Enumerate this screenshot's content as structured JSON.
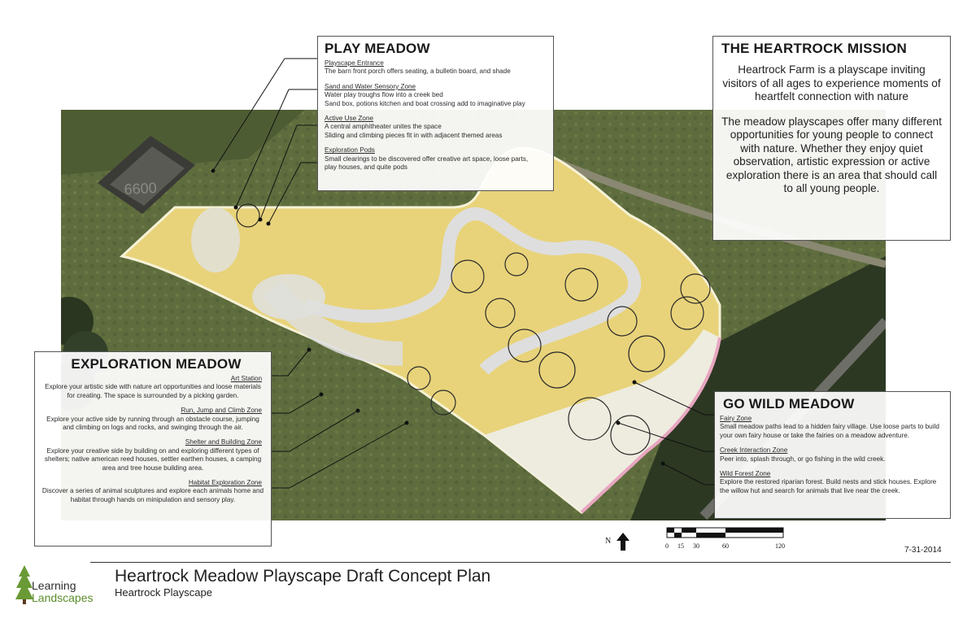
{
  "colors": {
    "meadow": "#e8d37a",
    "path": "#e6e6e6",
    "grass": "#5d6b3c",
    "forest": "#2f3a24"
  },
  "play_meadow": {
    "title": "PLAY MEADOW",
    "zones": [
      {
        "name": "Playscape Entrance",
        "desc": "The barn front porch offers seating, a bulletin board, and shade"
      },
      {
        "name": "Sand and Water Sensory Zone",
        "desc": "Water play troughs flow into a creek bed\nSand box, potions kitchen and boat crossing add to imaginative play"
      },
      {
        "name": "Active Use Zone",
        "desc": "A central amphitheater unites the space\nSliding and climbing pieces fit in with adjacent themed areas"
      },
      {
        "name": "Exploration Pods",
        "desc": "Small clearings to be discovered offer creative art space, loose parts,\n      play houses, and  quite pods"
      }
    ]
  },
  "mission": {
    "title": "THE HEARTROCK MISSION",
    "p1": "Heartrock Farm is a playscape inviting visitors of all ages to experience moments of heartfelt connection with nature",
    "p2": "The meadow playscapes offer many different opportunities for young people to connect with nature. Whether they enjoy quiet observation, artistic expression or active exploration there is an area that should call to all young people."
  },
  "exploration_meadow": {
    "title": "EXPLORATION MEADOW",
    "zones": [
      {
        "name": "Art Station",
        "desc": "Explore your artistic side with nature art opportunities and  loose materials for creating.  The space is surrounded by a picking garden."
      },
      {
        "name": "Run, Jump and Climb Zone",
        "desc": "Explore your active side by running through an obstacle course, jumping and climbing on logs and rocks, and swinging through the air."
      },
      {
        "name": "Shelter and Building Zone",
        "desc": "Explore your creative side by building on and exploring different types of shelters; native american reed houses, settler earthen houses, a camping area and tree house building area."
      },
      {
        "name": "Habitat Exploration Zone",
        "desc": "Discover a series of animal sculptures and explore each animals home and habitat through hands on minipulation and sensory play."
      }
    ]
  },
  "go_wild_meadow": {
    "title": "GO WILD MEADOW",
    "zones": [
      {
        "name": "Fairy Zone",
        "desc": "Small meadow paths lead to a hidden fairy village. Use loose parts to build your own fairy house or take the fairies on a meadow adventure."
      },
      {
        "name": "Creek Interaction Zone",
        "desc": "Peer into, splash through, or go fishing in the wild creek."
      },
      {
        "name": "Wild Forest Zone",
        "desc": "Explore the restored riparian forest. Build nests and stick houses. Explore the willow hut and search for animals that live near the creek."
      }
    ]
  },
  "map": {
    "building_label": "6600"
  },
  "north": {
    "label": "N"
  },
  "scale_bar": {
    "ticks": [
      "0",
      "15",
      "30",
      "60",
      "120"
    ]
  },
  "date": "7-31-2014",
  "plan": {
    "title": "Heartrock Meadow Playscape Draft Concept Plan",
    "subtitle": "Heartrock Playscape"
  },
  "logo": {
    "line1": "Learning",
    "line2": "Landscapes"
  }
}
